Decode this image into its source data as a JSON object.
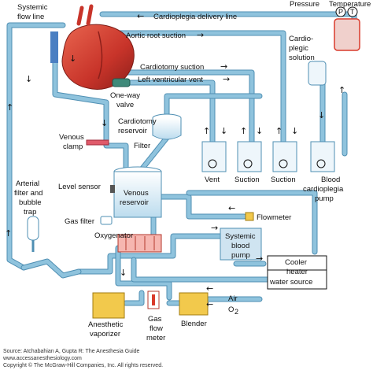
{
  "labels": {
    "systemic_flow_line": [
      "Systemic",
      "flow line"
    ],
    "cardioplegia_delivery_line": "Cardioplegia delivery line",
    "pressure": "Pressure",
    "temperature": "Temperature",
    "gauge_p": "P",
    "gauge_t": "T",
    "aortic_root_suction": "Aortic root suction",
    "cardioplegic_solution": [
      "Cardio-",
      "plegic",
      "solution"
    ],
    "cardiotomy_suction": "Cardiotomy suction",
    "left_ventricular_vent": "Left ventricular vent",
    "one_way_valve": [
      "One-way",
      "valve"
    ],
    "cardiotomy_reservoir": [
      "Cardiotomy",
      "reservoir"
    ],
    "venous_clamp": [
      "Venous",
      "clamp"
    ],
    "filter": "Filter",
    "vent": "Vent",
    "suction_1": "Suction",
    "suction_2": "Suction",
    "blood_cardioplegia_pump": [
      "Blood",
      "cardioplegia",
      "pump"
    ],
    "level_sensor": "Level sensor",
    "venous_reservoir": [
      "Venous",
      "reservoir"
    ],
    "arterial_filter": [
      "Arterial",
      "filter and",
      "bubble",
      "trap"
    ],
    "gas_filter": "Gas filter",
    "oxygenator": "Oxygenator",
    "flowmeter": "Flowmeter",
    "systemic_blood_pump": [
      "Systemic",
      "blood",
      "pump"
    ],
    "cooler_heater": [
      "Cooler",
      "heater",
      "water source"
    ],
    "air": "Air",
    "o2": "O",
    "o2_sub": "2",
    "anesthetic_vaporizer": [
      "Anesthetic",
      "vaporizer"
    ],
    "gas_flow_meter": [
      "Gas",
      "flow",
      "meter"
    ],
    "blender": "Blender"
  },
  "credits": {
    "source": "Source: Atchabahian A, Gupta R: The Anesthesia Guide",
    "site": "www.accessanesthesiology.com",
    "copyright": "Copyright © The McGraw-Hill Companies, Inc. All rights reserved."
  },
  "arrows": {
    "left": "←",
    "right": "→",
    "up": "↑",
    "down": "↓"
  },
  "colors": {
    "tube": "#8fc3dd",
    "tube_edge": "#4f8fb3",
    "heart": "#c8342a",
    "vaporizer": "#f2c94c",
    "blender": "#f2c94c",
    "gauge": "#d93a2b",
    "pump_panel": "#cfe4f1"
  }
}
